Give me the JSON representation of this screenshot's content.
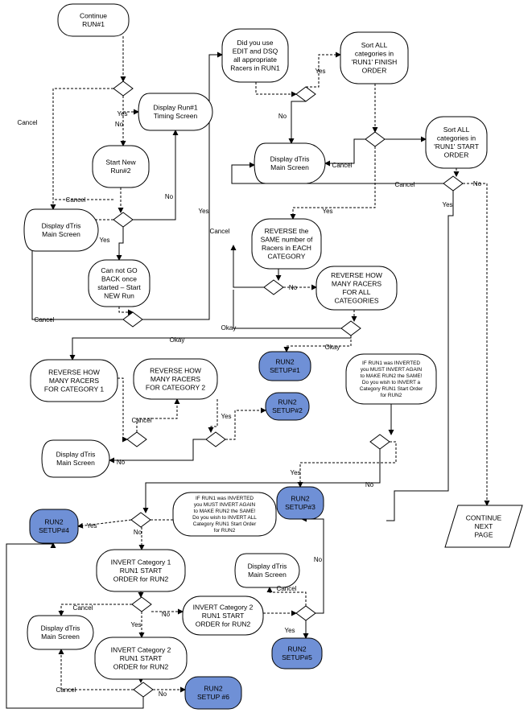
{
  "nodes": [
    {
      "id": "continue-run1",
      "lines": [
        "Continue",
        "RUN#1"
      ],
      "shape": "rounded"
    },
    {
      "id": "display-run1-timing",
      "lines": [
        "Display Run#1",
        "Timing Screen"
      ],
      "shape": "display"
    },
    {
      "id": "start-new-run2",
      "lines": [
        "Start New",
        "Run#2"
      ],
      "shape": "rounded"
    },
    {
      "id": "display-dtris-main-1",
      "lines": [
        "Display dTris",
        "Main Screen"
      ],
      "shape": "display"
    },
    {
      "id": "cannot-go-back",
      "lines": [
        "Can not GO",
        "BACK once",
        "started – Start",
        "NEW Run"
      ],
      "shape": "rounded"
    },
    {
      "id": "did-you-use-edit",
      "lines": [
        "Did you use",
        "EDIT and DSQ",
        "all appropriate",
        "Racers in RUN1"
      ],
      "shape": "rounded"
    },
    {
      "id": "sort-finish-order",
      "lines": [
        "Sort ALL",
        "categories in",
        "'RUN1' FINISH",
        "ORDER"
      ],
      "shape": "rounded"
    },
    {
      "id": "display-dtris-main-2",
      "lines": [
        "Display dTris",
        "Main Screen"
      ],
      "shape": "display"
    },
    {
      "id": "sort-start-order",
      "lines": [
        "Sort ALL",
        "categories in",
        "'RUN1' START",
        "ORDER"
      ],
      "shape": "rounded"
    },
    {
      "id": "reverse-same-number",
      "lines": [
        "REVERSE the",
        "SAME number of",
        "Racers in EACH",
        "CATEGORY"
      ],
      "shape": "rounded"
    },
    {
      "id": "reverse-all-categories",
      "lines": [
        "REVERSE HOW",
        "MANY RACERS",
        "FOR ALL",
        "CATEGORIES"
      ],
      "shape": "rounded"
    },
    {
      "id": "run2-setup-1",
      "lines": [
        "RUN2",
        "SETUP#1"
      ],
      "shape": "blue"
    },
    {
      "id": "reverse-category-1",
      "lines": [
        "REVERSE HOW",
        "MANY RACERS",
        "FOR CATEGORY 1"
      ],
      "shape": "rounded"
    },
    {
      "id": "reverse-category-2",
      "lines": [
        "REVERSE HOW",
        "MANY RACERS",
        "FOR CATEGORY 2"
      ],
      "shape": "rounded"
    },
    {
      "id": "run2-setup-2",
      "lines": [
        "RUN2",
        "SETUP#2"
      ],
      "shape": "blue"
    },
    {
      "id": "invert-question-1",
      "lines": [
        "IF RUN1 was INVERTED",
        "you MUST INVERT AGAIN",
        "to MAKE RUN2 the SAME!",
        "Do you wish to INVERT a",
        "Category RUN1 Start Order",
        "for RUN2"
      ],
      "shape": "rounded",
      "small": true
    },
    {
      "id": "display-dtris-main-3",
      "lines": [
        "Display dTris",
        "Main Screen"
      ],
      "shape": "display"
    },
    {
      "id": "invert-question-2",
      "lines": [
        "IF RUN1 was INVERTED",
        "you MUST INVERT AGAIN",
        "to MAKE RUN2 the SAME!",
        "Do you wish to INVERT ALL",
        "Category RUN1 Start Order",
        "for RUN2"
      ],
      "shape": "rounded",
      "small": true
    },
    {
      "id": "run2-setup-3",
      "lines": [
        "RUN2",
        "SETUP#3"
      ],
      "shape": "blue"
    },
    {
      "id": "run2-setup-4",
      "lines": [
        "RUN2",
        "SETUP#4"
      ],
      "shape": "blue"
    },
    {
      "id": "continue-next-page",
      "lines": [
        "CONTINUE",
        "NEXT",
        "PAGE"
      ],
      "shape": "parallelogram"
    },
    {
      "id": "invert-cat1-a",
      "lines": [
        "INVERT Category 1",
        "RUN1 START",
        "ORDER for RUN2"
      ],
      "shape": "rounded"
    },
    {
      "id": "display-dtris-main-4",
      "lines": [
        "Display dTris",
        "Main Screen"
      ],
      "shape": "display"
    },
    {
      "id": "invert-cat2-a",
      "lines": [
        "INVERT Category 2",
        "RUN1 START",
        "ORDER for RUN2"
      ],
      "shape": "rounded"
    },
    {
      "id": "display-dtris-main-5",
      "lines": [
        "Display dTris",
        "Main Screen"
      ],
      "shape": "display"
    },
    {
      "id": "invert-cat2-b",
      "lines": [
        "INVERT Category 2",
        "RUN1 START",
        "ORDER for RUN2"
      ],
      "shape": "rounded"
    },
    {
      "id": "run2-setup-5",
      "lines": [
        "RUN2",
        "SETUP#5"
      ],
      "shape": "blue"
    },
    {
      "id": "run2-setup-6",
      "lines": [
        "RUN2",
        "SETUP #6"
      ],
      "shape": "blue"
    }
  ],
  "edge_labels": [
    "Yes",
    "No",
    "Cancel",
    "Cancel",
    "No",
    "Yes",
    "Cancel",
    "Yes",
    "Yes",
    "No",
    "Cancel",
    "Cancel",
    "Yes",
    "No",
    "Yes",
    "Cancel",
    "Okay",
    "No",
    "Okay",
    "Okay",
    "Cancel",
    "Yes",
    "No",
    "Yes",
    "No",
    "Cancel",
    "Yes",
    "No",
    "Cancel",
    "Yes",
    "No",
    "No",
    "Yes",
    "Cancel",
    "No"
  ]
}
